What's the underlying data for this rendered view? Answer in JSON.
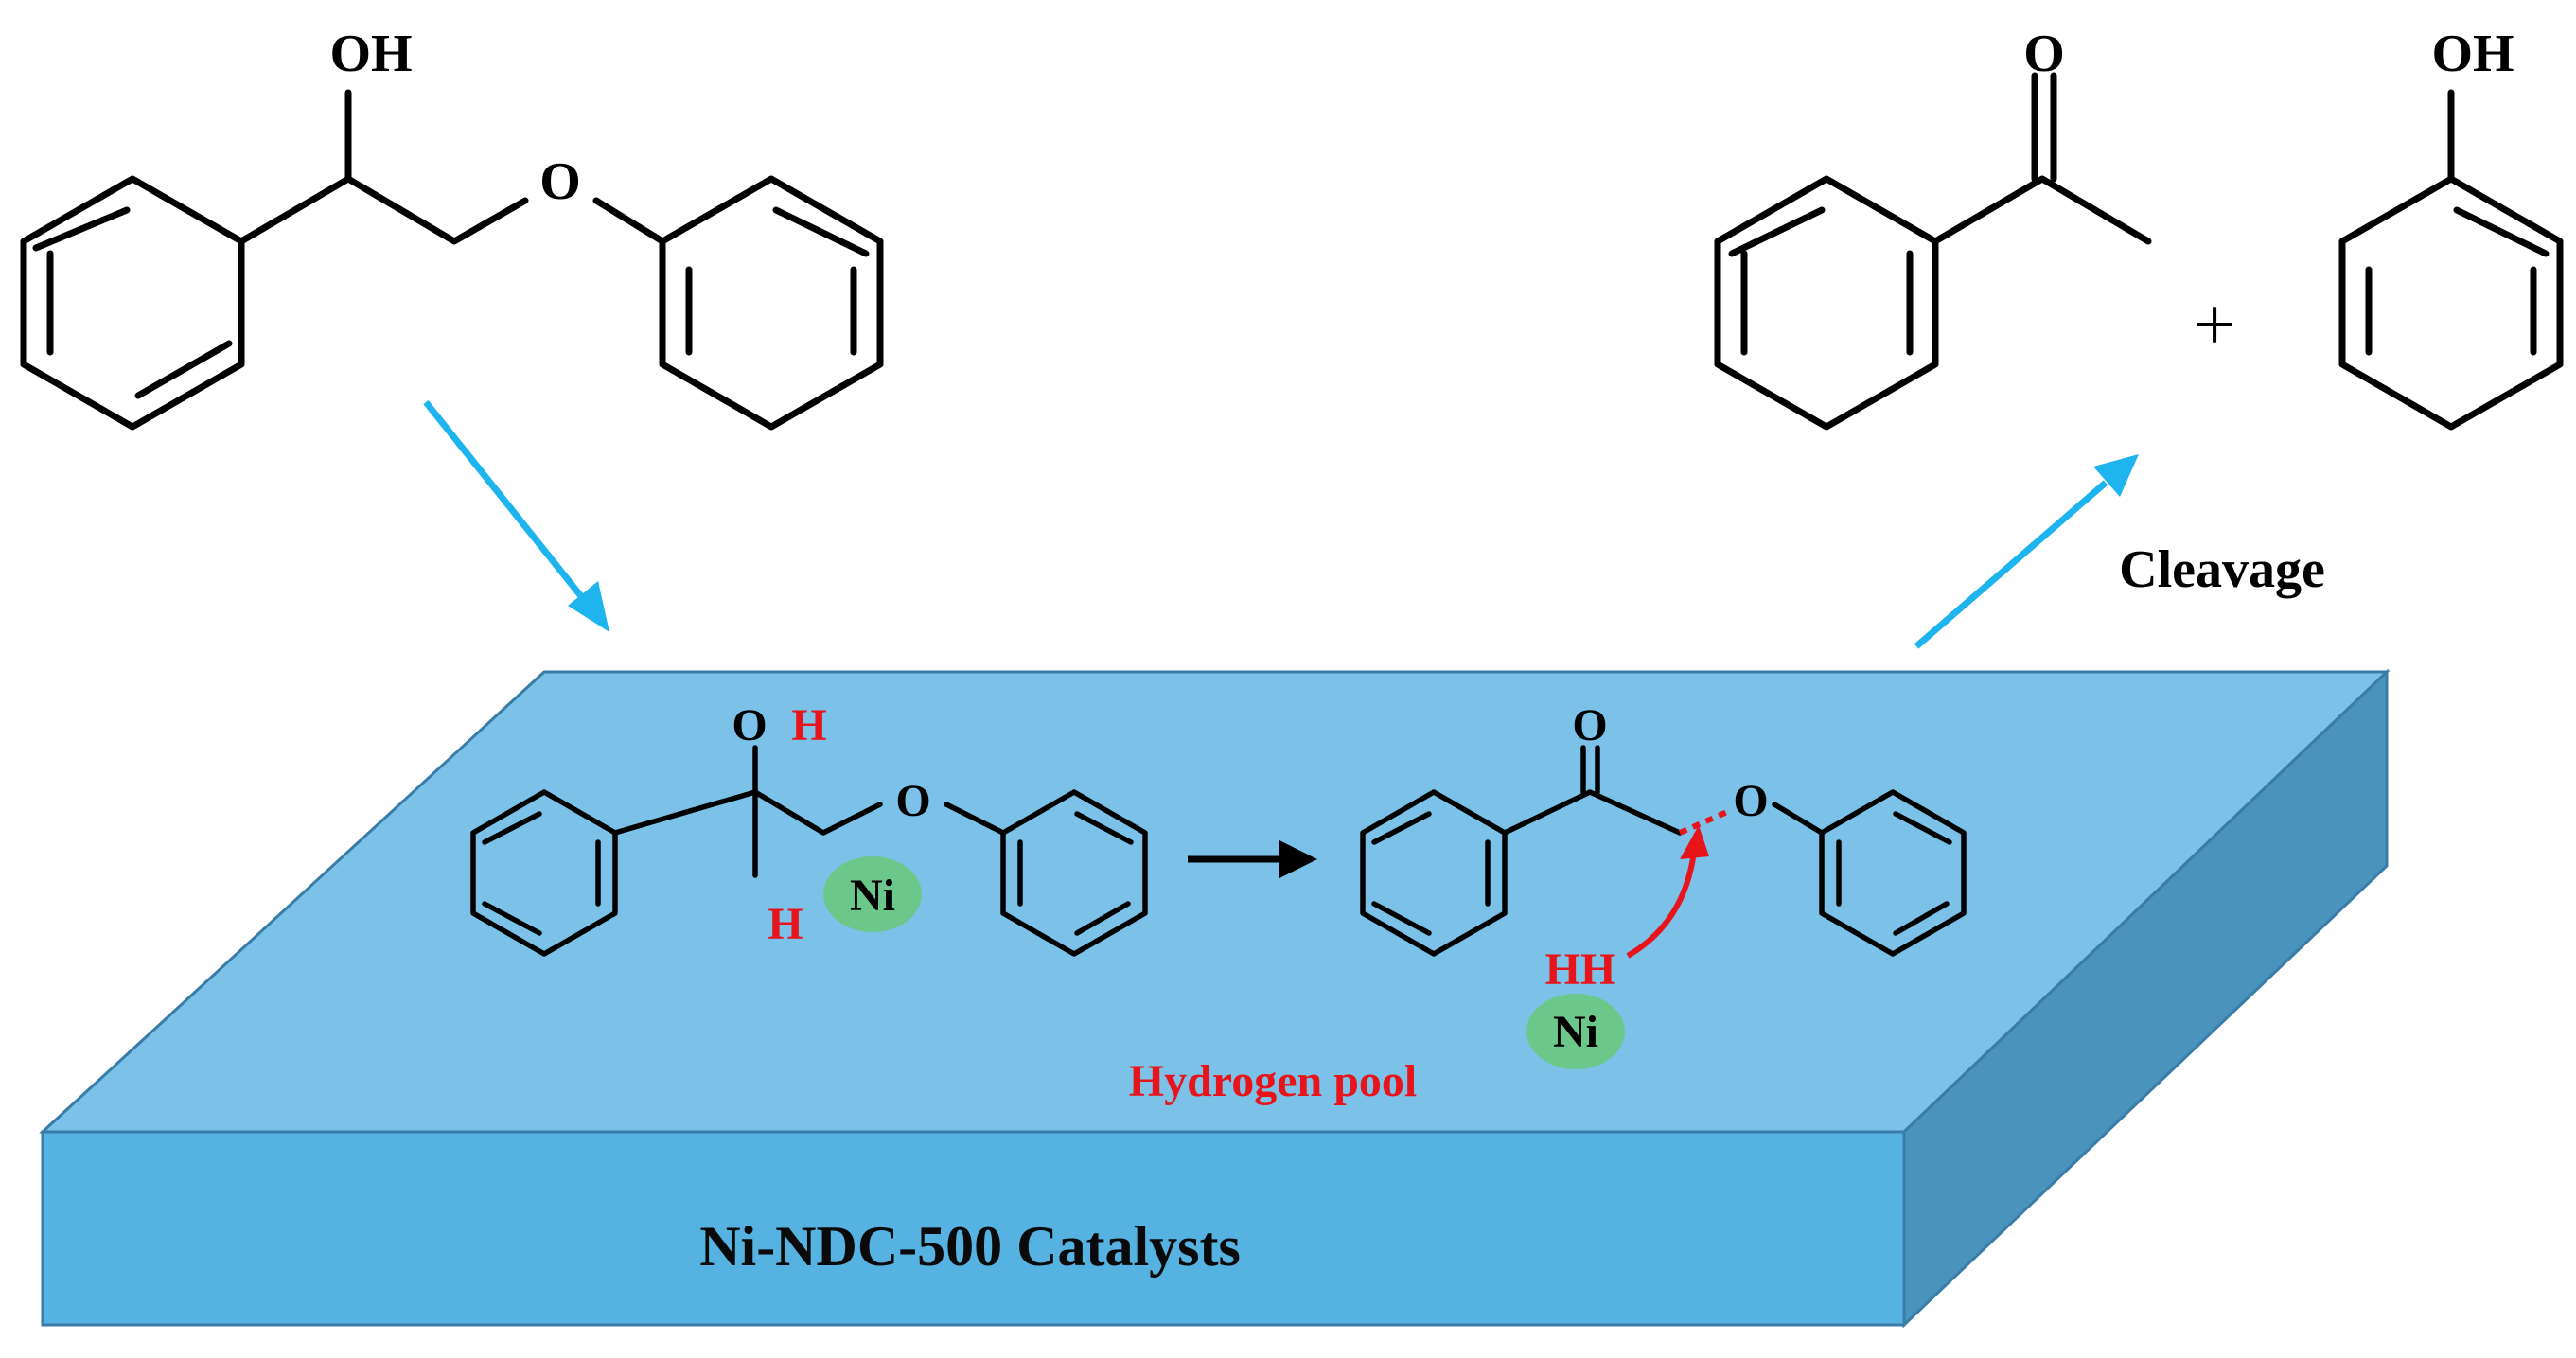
{
  "colors": {
    "platform_top": "#7cc2e8",
    "platform_front": "#56b2e0",
    "platform_side": "#4a93bd",
    "platform_edge": "#3a7ca8",
    "arrow_blue": "#1eb4ee",
    "highlight_red": "#e8141b",
    "ni_green": "#6cc78b"
  },
  "reactant": {
    "oh_label": "OH",
    "o_label": "O"
  },
  "products": {
    "ketone_o_label": "O",
    "plus": "+",
    "phenol_oh_label": "OH"
  },
  "cleavage_label": "Cleavage",
  "surface": {
    "adsorbed": {
      "o_label": "O",
      "h_on_o": "H",
      "h_on_c": "H",
      "ni_label": "Ni"
    },
    "intermediate": {
      "carbonyl_o_label": "O",
      "ether_o_label": "O",
      "hh_label": "HH",
      "ni_label": "Ni"
    },
    "hydrogen_pool_label": "Hydrogen pool"
  },
  "catalyst_label": "Ni-NDC-500 Catalysts"
}
